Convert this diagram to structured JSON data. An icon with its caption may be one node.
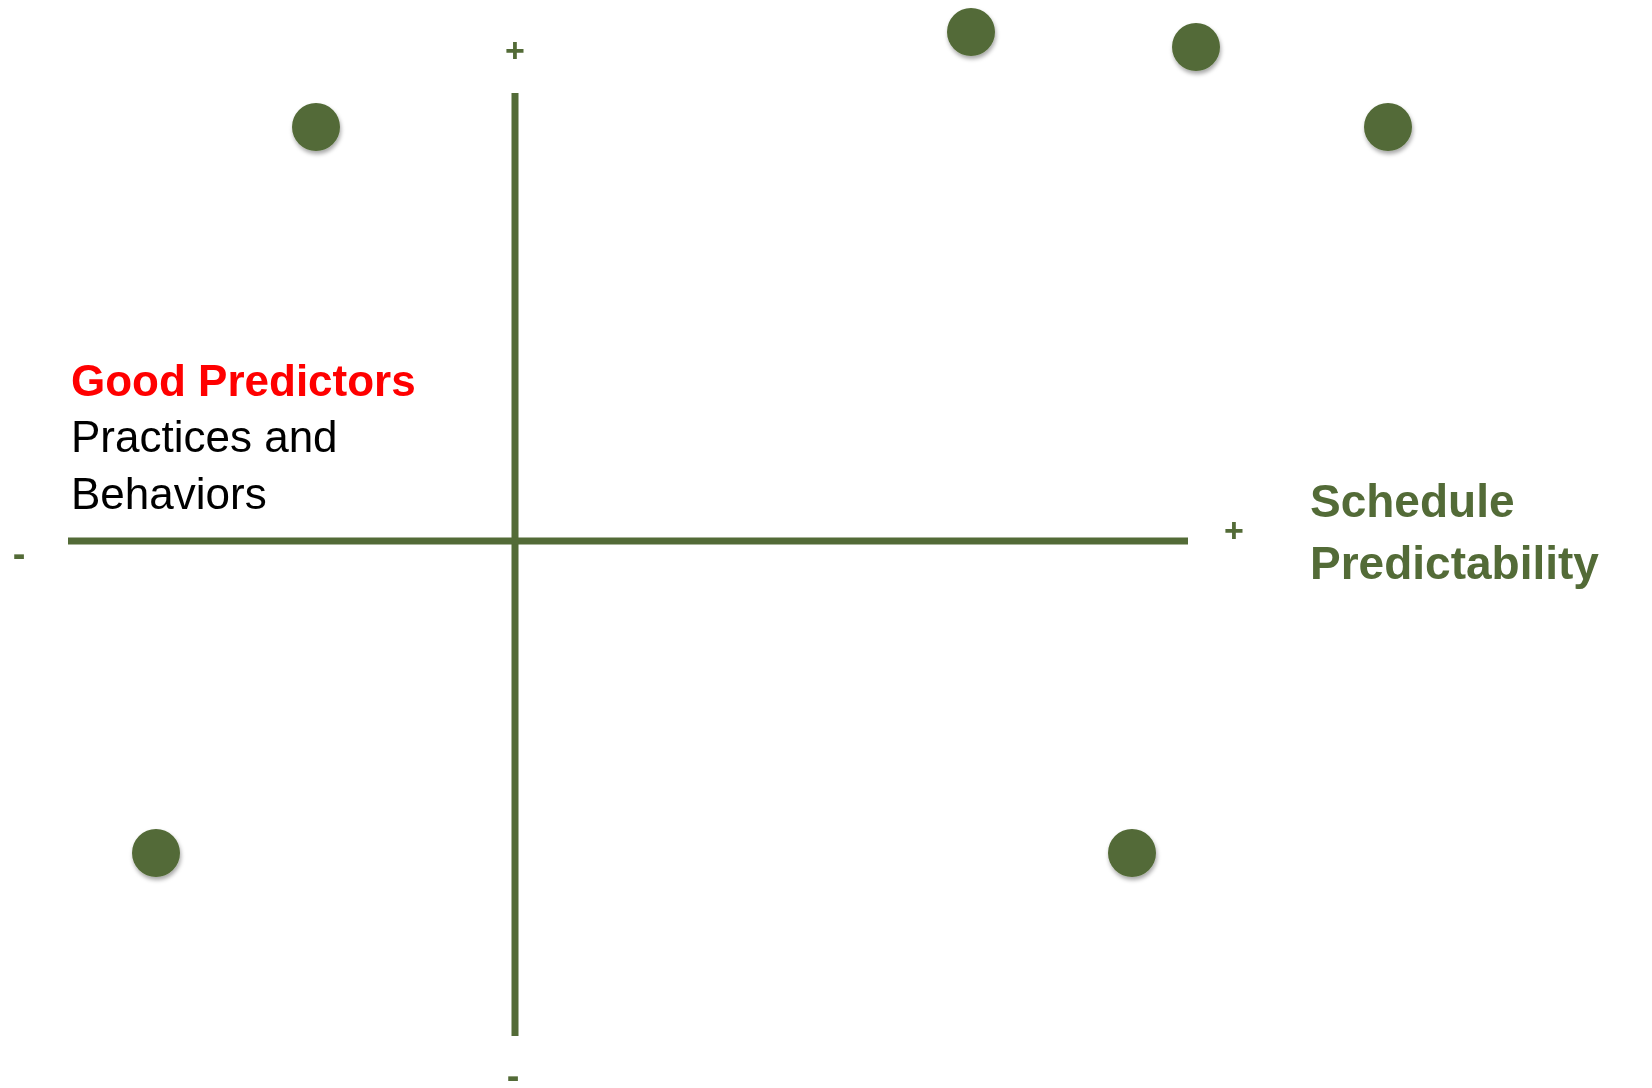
{
  "diagram": {
    "labels": [
      "+",
      "Good Predictors",
      "Practices and Behaviors",
      "+",
      "Schedule Predictability",
      "-",
      "-"
    ]
  }
}
